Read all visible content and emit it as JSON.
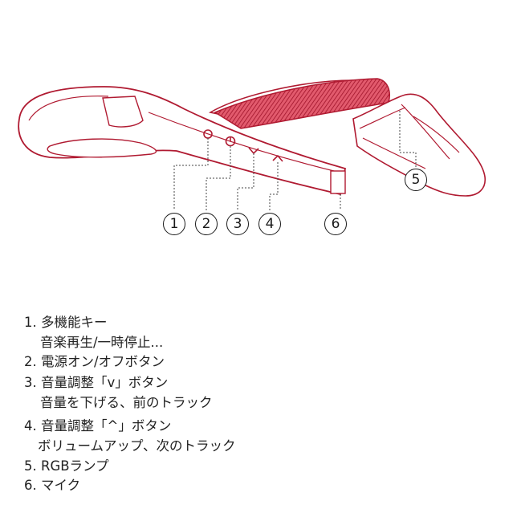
{
  "colors": {
    "accent": "#c8283f",
    "outline": "#b01a31",
    "leader": "#444444",
    "text": "#222222"
  },
  "callouts": [
    "1",
    "2",
    "3",
    "4",
    "5",
    "6"
  ],
  "features": [
    {
      "title": "1. 多機能キー",
      "desc": "音楽再生/一時停止..."
    },
    {
      "title": "2. 電源オン/オフボタン",
      "desc": ""
    },
    {
      "title": "3. 音量調整「v」ボタン",
      "desc": "音量を下げる、前のトラック"
    },
    {
      "title": "4. 音量調整「^」ボタン",
      "desc": "ボリュームアップ、次のトラック"
    },
    {
      "title": "5. RGBランプ",
      "desc": ""
    },
    {
      "title": "6. マイク",
      "desc": ""
    }
  ]
}
